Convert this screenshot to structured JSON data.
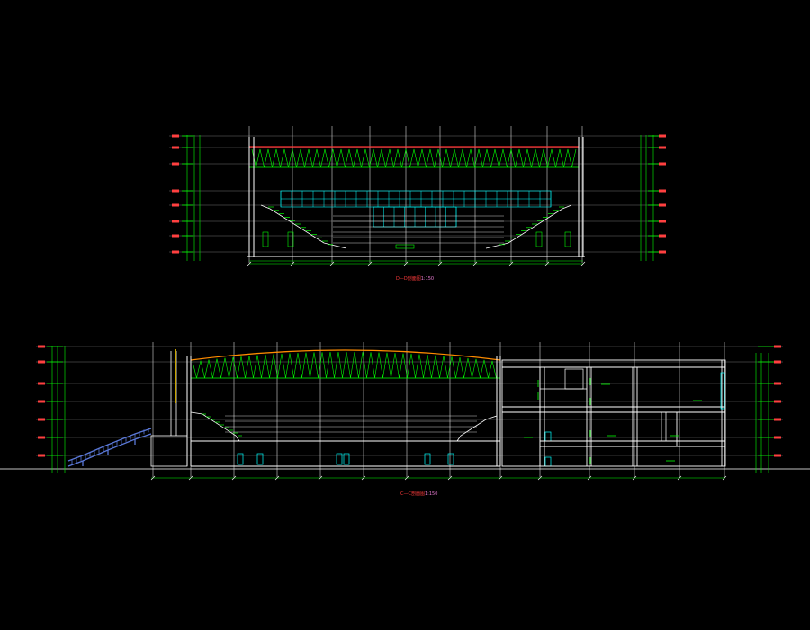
{
  "drawing": {
    "background": "#000000",
    "colors": {
      "line": "#ffffff",
      "green": "#00ff00",
      "cyan": "#00ffff",
      "red": "#ff3030",
      "orange": "#ff8c00",
      "blue": "#5a78d8",
      "magenta": "#ff66cc",
      "gray": "#9a9a9a"
    }
  },
  "section_top": {
    "title": "D—D剖面图",
    "scale": "1:150"
  },
  "section_bottom": {
    "title": "C—C剖面图",
    "scale": "1:150"
  }
}
